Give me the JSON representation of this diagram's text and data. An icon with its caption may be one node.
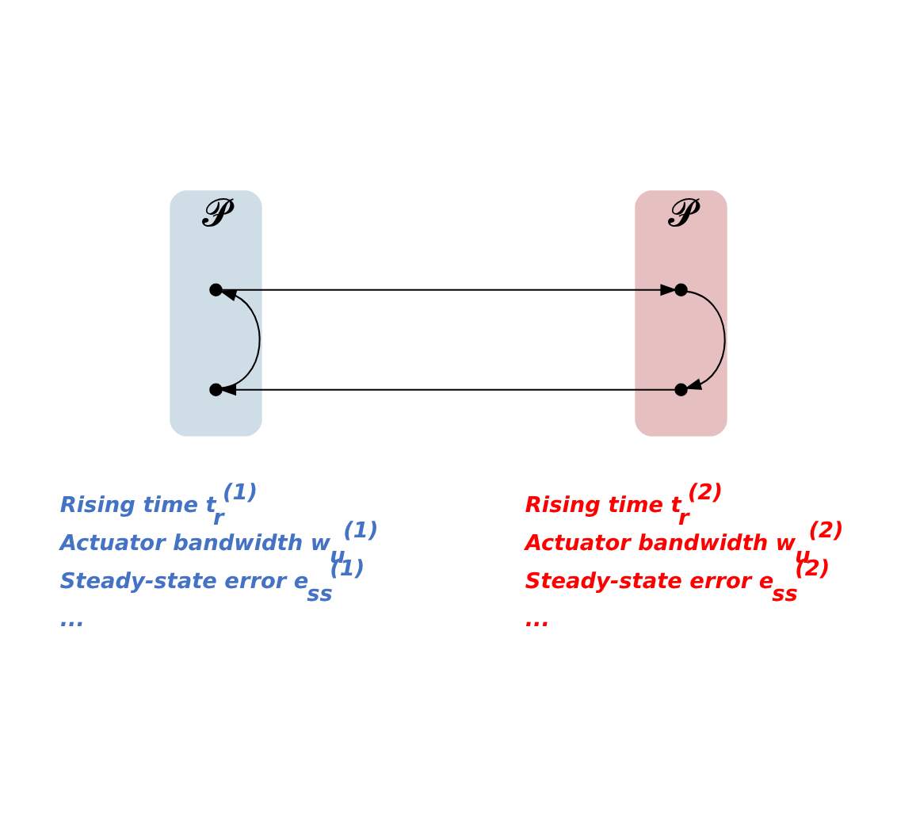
{
  "diagram": {
    "nodes": [
      {
        "text": [
          "𝓟"
        ],
        "beside": [
          "Rising time t$_{r}$$^{(1)}$",
          "Actuator bandwidth w$_{u}$$^{(1)}$",
          "Steady-state error e$_{ss}$$^{(1)}$",
          "..."
        ]
      },
      {
        "text": [],
        "shape": "point",
        "in": 0
      },
      {
        "text": [],
        "shape": "point",
        "in": 0
      },
      {
        "text": [
          "𝓟"
        ],
        "beside": [
          "Rising time t$_{r}$$^{(2)}$",
          "Actuator bandwidth w$_{u}$$^{(2)}$",
          "Steady-state error e$_{ss}$$^{(2)}$",
          "..."
        ]
      },
      {
        "text": [],
        "shape": "point",
        "in": 3
      },
      {
        "text": [],
        "shape": "point",
        "in": 3
      }
    ],
    "edges": [
      {
        "from": 2,
        "to": 1,
        "arrow": "to"
      },
      {
        "from": 1,
        "to": 4,
        "arrow": "to"
      },
      {
        "from": 4,
        "to": 5,
        "arrow": "to"
      },
      {
        "from": 5,
        "to": 2,
        "arrow": "to"
      }
    ]
  }
}
